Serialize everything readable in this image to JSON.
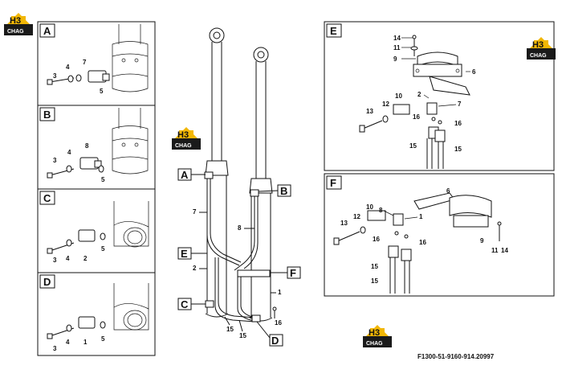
{
  "logo": {
    "mark": "H3",
    "text": "CHAG"
  },
  "panels": {
    "A": {
      "letter": "A",
      "labels": [
        "3",
        "4",
        "7",
        "5"
      ]
    },
    "B": {
      "letter": "B",
      "labels": [
        "3",
        "4",
        "8",
        "5"
      ]
    },
    "C": {
      "letter": "C",
      "labels": [
        "3",
        "4",
        "2",
        "5"
      ]
    },
    "D": {
      "letter": "D",
      "labels": [
        "3",
        "4",
        "1",
        "5"
      ]
    },
    "E": {
      "letter": "E",
      "labels": [
        "14",
        "11",
        "9",
        "6",
        "2",
        "7",
        "10",
        "12",
        "13",
        "16",
        "16",
        "15",
        "15"
      ]
    },
    "F": {
      "letter": "F",
      "labels": [
        "6",
        "8",
        "10",
        "12",
        "1",
        "13",
        "16",
        "16",
        "9",
        "11",
        "14",
        "15",
        "15"
      ]
    }
  },
  "main": {
    "callouts": [
      "A",
      "B",
      "E",
      "F",
      "C",
      "D"
    ],
    "labels": [
      "7",
      "8",
      "2",
      "1",
      "15",
      "15",
      "16"
    ]
  },
  "footer_code": "F1300-51-9160-914.20997"
}
